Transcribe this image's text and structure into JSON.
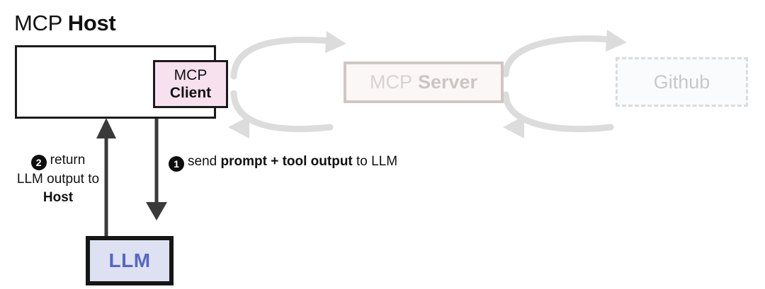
{
  "diagram": {
    "host": {
      "title_light": "MCP",
      "title_strong": "Host"
    },
    "client_box": {
      "line1": "MCP",
      "line2": "Client",
      "fill_color": "#f7e1ef",
      "border_color": "#1b1b1b"
    },
    "server_box": {
      "label_light": "MCP",
      "label_strong": "Server",
      "fill_color": "#fbf7f6",
      "border_color": "#cfc7c5"
    },
    "github_box": {
      "label": "Github",
      "fill_color": "#fafbfc",
      "border_color": "#d9dcdf",
      "border_style": "dashed"
    },
    "llm_box": {
      "label": "LLM",
      "fill_color": "#dee1f2",
      "border_color": "#161616",
      "text_color": "#5566c4"
    },
    "steps": [
      {
        "number": "1",
        "segments": [
          {
            "text": "send ",
            "bold": false
          },
          {
            "text": "prompt + tool output",
            "bold": true
          },
          {
            "text": " to LLM",
            "bold": false
          }
        ],
        "plain": "send prompt + tool output to LLM"
      },
      {
        "number": "2",
        "line1": "return",
        "line2": "LLM output to",
        "line3": "Host",
        "plain": "return LLM output to Host"
      }
    ],
    "connectors": {
      "client_server_color": "#dcdcdc",
      "server_github_color": "#dcdcdc",
      "host_llm_color": "#3a3a3a"
    }
  }
}
